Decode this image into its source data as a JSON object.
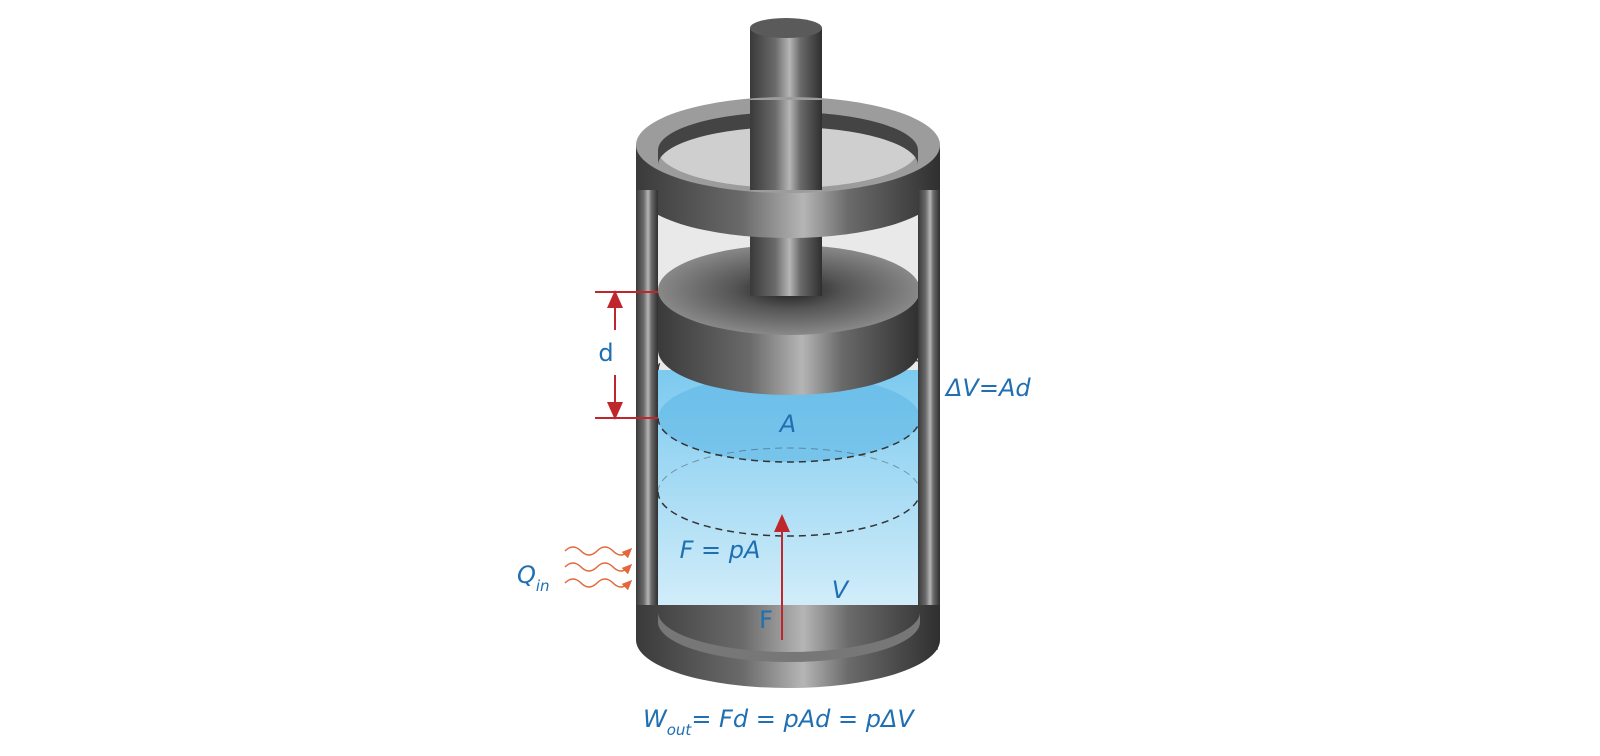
{
  "labels": {
    "distance": "d",
    "delta_volume": "ΔV=Ad",
    "area": "A",
    "force_equation": "F = pA",
    "volume": "V",
    "force": "F",
    "heat_in_main": "Q",
    "heat_in_sub": "in",
    "work_main": "W",
    "work_sub": "out",
    "work_equation": "= Fd = pAd = pΔV"
  },
  "colors": {
    "text": "#1f6fb2",
    "arrow": "#c0272d",
    "heat": "#e2683c",
    "water": "#8fd0ef"
  }
}
